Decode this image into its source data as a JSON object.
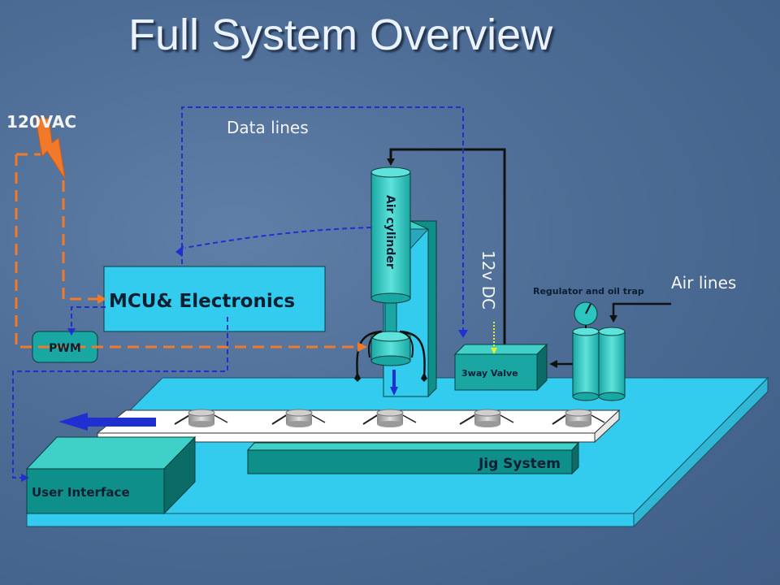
{
  "title": "Full System Overview",
  "labels": {
    "power": "120VAC",
    "data_lines": "Data lines",
    "mcu": "MCU& Electronics",
    "pwm": "PWM",
    "air_cylinder": "Air cylinder",
    "dc": "12v DC",
    "regulator": "Regulator and oil trap",
    "air_lines": "Air lines",
    "valve": "3way Valve",
    "jig": "Jig System",
    "ui": "User Interface"
  },
  "colors": {
    "platform": "#33ccee",
    "box_light": "#33ccee",
    "box_teal": "#0e8f8a",
    "power_line": "#f07a2a",
    "data_line": "#1f2fd0",
    "cylinder": "#2cc4bf"
  }
}
